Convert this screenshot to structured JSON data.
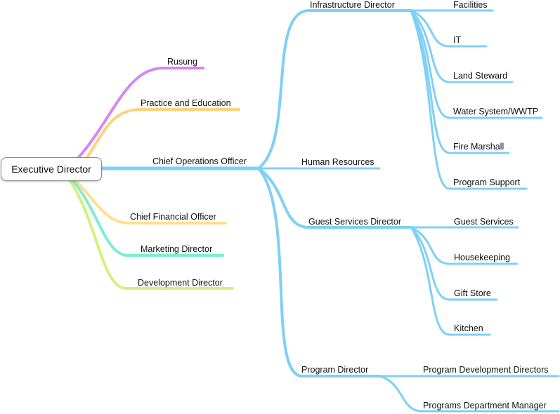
{
  "colors": {
    "blue": "#7fd0f5",
    "purple": "#d588f0",
    "orange": "#fdd27e",
    "yellow": "#fde08c",
    "teal": "#7fecd0",
    "green": "#d6f07e"
  },
  "root": {
    "label": "Executive Director"
  },
  "branches": {
    "rusung": "Rusung",
    "practice": "Practice and Education",
    "coo": "Chief Operations Officer",
    "cfo": "Chief Financial Officer",
    "marketing": "Marketing Director",
    "development": "Development Director"
  },
  "coo_children": {
    "infrastructure": "Infrastructure Director",
    "hr": "Human Resources",
    "guest": "Guest Services Director",
    "program": "Program Director"
  },
  "infrastructure_children": {
    "facilities": "Facilities",
    "it": "IT",
    "land": "Land Steward",
    "water": "Water System/WWTP",
    "fire": "Fire Marshall",
    "support": "Program Support"
  },
  "guest_children": {
    "services": "Guest Services",
    "housekeeping": "Housekeeping",
    "gift": "Gift Store",
    "kitchen": "Kitchen"
  },
  "program_children": {
    "development": "Program Development Directors",
    "manager": "Programs Department Manager"
  }
}
